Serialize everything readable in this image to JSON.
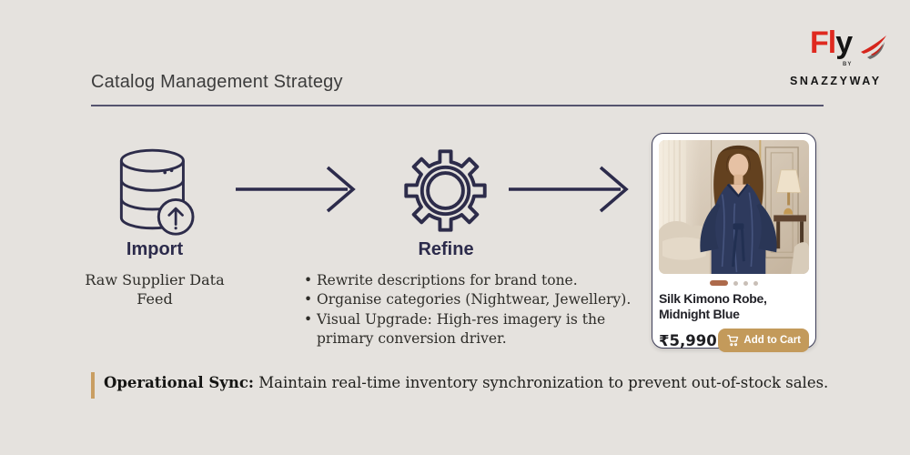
{
  "page": {
    "title": "Catalog Management Strategy"
  },
  "logo": {
    "word_red": "Fl",
    "word_black": "y",
    "by_label": "BY",
    "brand_name": "SNAZZYWAY",
    "wing_icon": "wing-swoosh-icon",
    "red": "#df291f"
  },
  "flow": {
    "step1": {
      "label": "Import",
      "description": "Raw Supplier Data Feed",
      "icon": "database-upload-icon"
    },
    "arrow_icon": "arrow-right-icon",
    "step2": {
      "label": "Refine",
      "icon": "gear-icon",
      "bullets": [
        "Rewrite descriptions for brand tone.",
        "Organise categories (Nightwear, Jewellery).",
        "Visual Upgrade: High-res imagery is the primary conversion driver."
      ]
    },
    "step3": {
      "product_card": {
        "image_alt": "model wearing navy silk kimono robe in bedroom",
        "title": "Silk Kimono Robe, Midnight Blue",
        "price": "₹5,990",
        "add_to_cart_label": "Add to Cart",
        "cart_icon": "cart-icon",
        "carousel": {
          "active_index": 0,
          "dot_count": 4
        }
      }
    }
  },
  "footer": {
    "note_label": "Operational Sync:",
    "note_text": " Maintain real-time inventory synchronization to prevent out-of-stock sales."
  },
  "colors": {
    "background": "#e5e2de",
    "navy": "#2d2c4a",
    "underline": "#55546f",
    "button_gold": "#c39a5b",
    "accent_bar_gold": "#c99e62",
    "carousel_active": "#ad6a4b",
    "card_border": "#3e3e58"
  }
}
